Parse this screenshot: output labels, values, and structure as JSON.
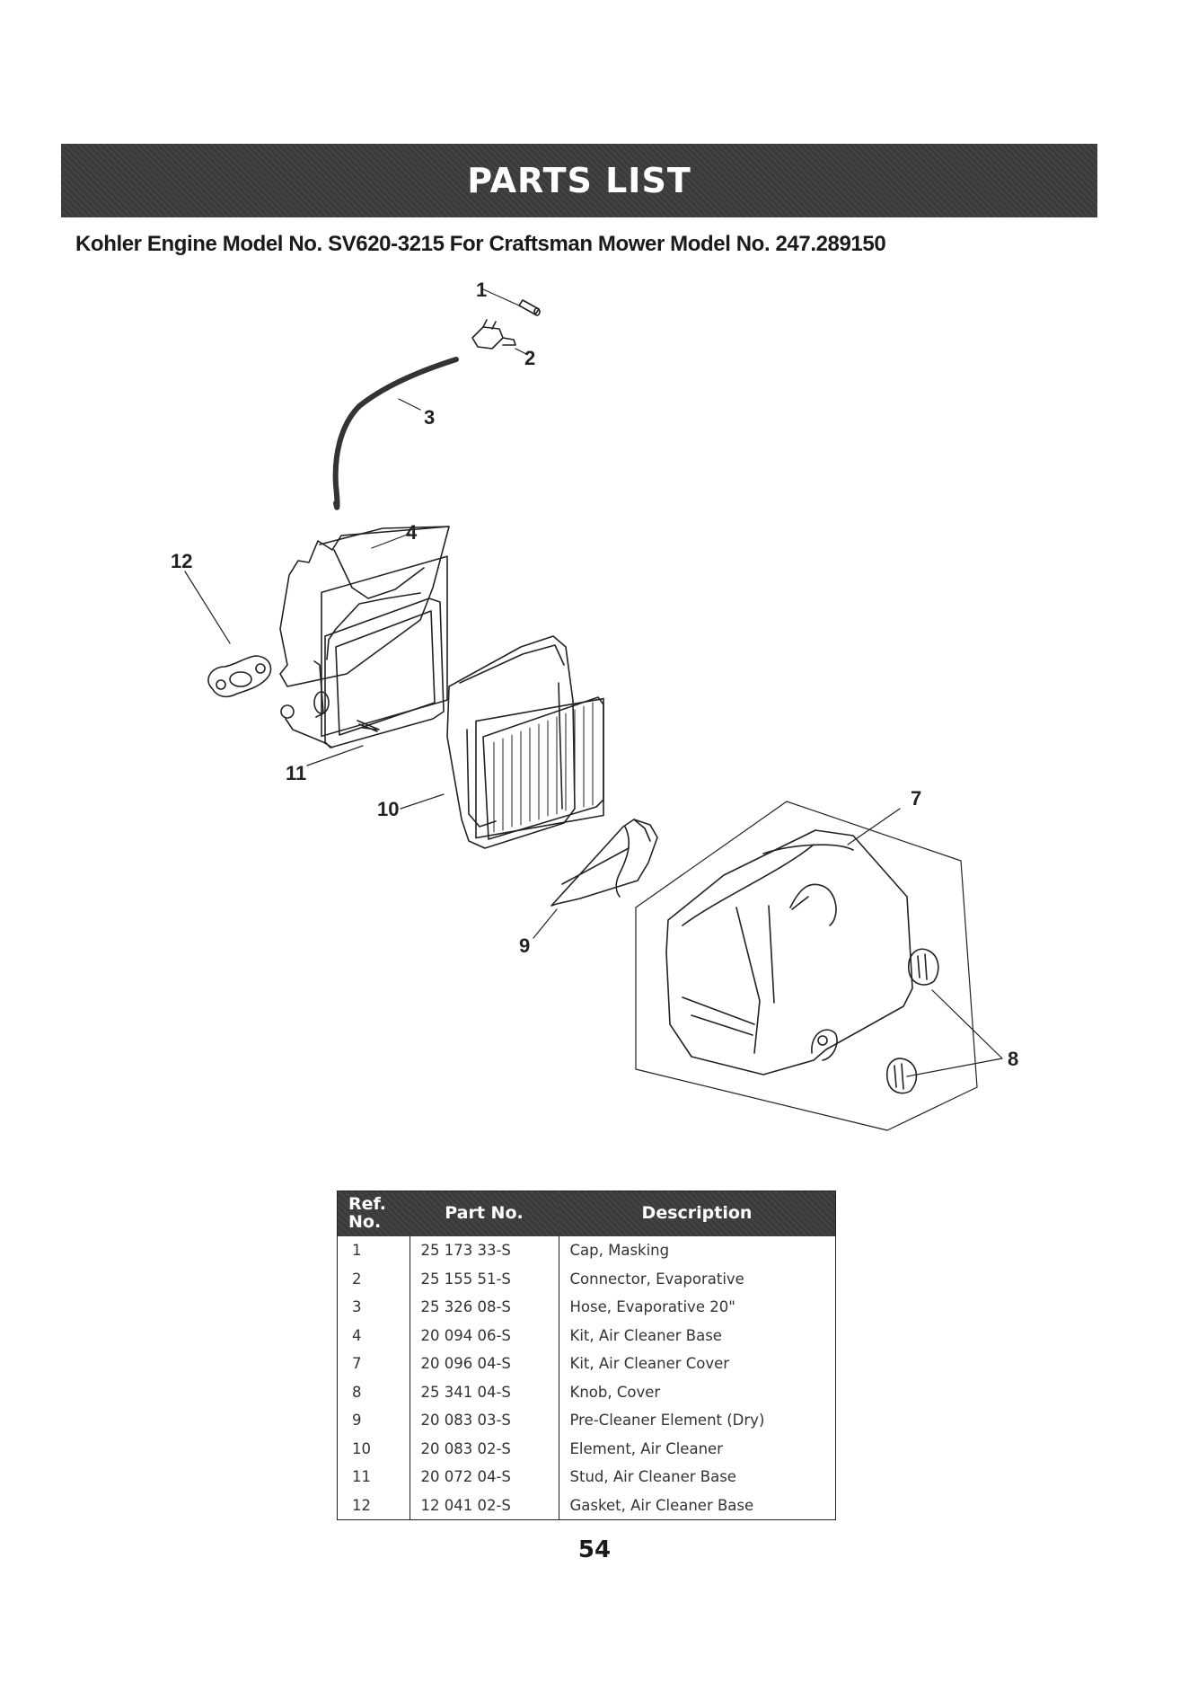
{
  "header": {
    "title": "PARTS LIST",
    "subtitle": "Kohler Engine Model No. SV620-3215 For Craftsman Mower Model No. 247.289150"
  },
  "diagram": {
    "callouts": [
      "1",
      "2",
      "3",
      "4",
      "12",
      "11",
      "10",
      "7",
      "9",
      "8"
    ]
  },
  "table": {
    "headers": {
      "ref_line1": "Ref.",
      "ref_line2": "No.",
      "part": "Part No.",
      "description": "Description"
    },
    "rows": [
      {
        "ref": "1",
        "part": "25 173 33-S",
        "description": "Cap, Masking"
      },
      {
        "ref": "2",
        "part": "25 155 51-S",
        "description": "Connector, Evaporative"
      },
      {
        "ref": "3",
        "part": "25 326 08-S",
        "description": "Hose, Evaporative 20\""
      },
      {
        "ref": "4",
        "part": "20 094 06-S",
        "description": "Kit, Air Cleaner Base"
      },
      {
        "ref": "7",
        "part": "20 096 04-S",
        "description": "Kit, Air Cleaner Cover"
      },
      {
        "ref": "8",
        "part": "25 341 04-S",
        "description": "Knob, Cover"
      },
      {
        "ref": "9",
        "part": "20 083 03-S",
        "description": "Pre-Cleaner Element (Dry)"
      },
      {
        "ref": "10",
        "part": "20 083 02-S",
        "description": "Element, Air Cleaner"
      },
      {
        "ref": "11",
        "part": "20 072 04-S",
        "description": "Stud, Air Cleaner Base"
      },
      {
        "ref": "12",
        "part": "12 041 02-S",
        "description": "Gasket, Air Cleaner Base"
      }
    ]
  },
  "footer": {
    "page_number": "54"
  }
}
